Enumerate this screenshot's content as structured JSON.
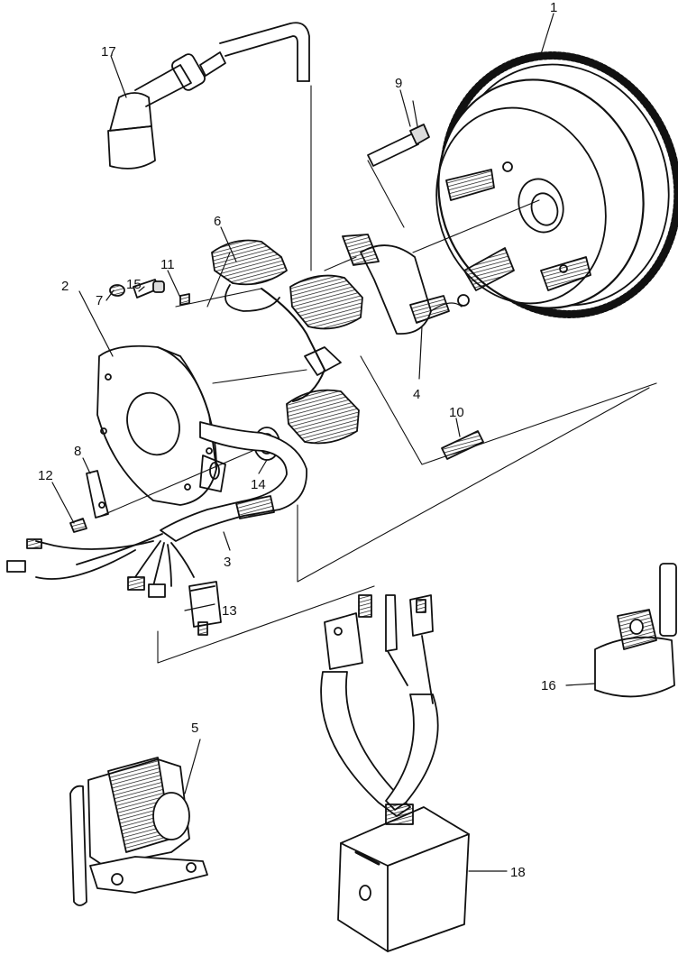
{
  "diagram": {
    "callouts": [
      {
        "id": "c1",
        "text": "1",
        "part": "flywheel"
      },
      {
        "id": "c2",
        "text": "2",
        "part": "stator-plate"
      },
      {
        "id": "c3",
        "text": "3",
        "part": "wire-harness"
      },
      {
        "id": "c4",
        "text": "4",
        "part": "ignition-coil-module"
      },
      {
        "id": "c5",
        "text": "5",
        "part": "starter-solenoid"
      },
      {
        "id": "c6",
        "text": "6",
        "part": "stator-coils"
      },
      {
        "id": "c7",
        "text": "7",
        "part": "washer"
      },
      {
        "id": "c8",
        "text": "8",
        "part": "wire-clamp"
      },
      {
        "id": "c9",
        "text": "9",
        "part": "bolt-upper"
      },
      {
        "id": "c10",
        "text": "10",
        "part": "bolt-lower"
      },
      {
        "id": "c11",
        "text": "11",
        "part": "screw"
      },
      {
        "id": "c12",
        "text": "12",
        "part": "screw-clamp"
      },
      {
        "id": "c13",
        "text": "13",
        "part": "connector"
      },
      {
        "id": "c14",
        "text": "14",
        "part": "grommet"
      },
      {
        "id": "c15",
        "text": "15",
        "part": "bolt-plate"
      },
      {
        "id": "c16",
        "text": "16",
        "part": "ignition-coil"
      },
      {
        "id": "c17",
        "text": "17",
        "part": "spark-plug-cap"
      },
      {
        "id": "c18",
        "text": "18",
        "part": "cdi-box"
      }
    ]
  },
  "colors": {
    "ink": "#111111",
    "paper": "#ffffff",
    "shade": "#9a9a9a",
    "light": "#dcdcdc"
  }
}
